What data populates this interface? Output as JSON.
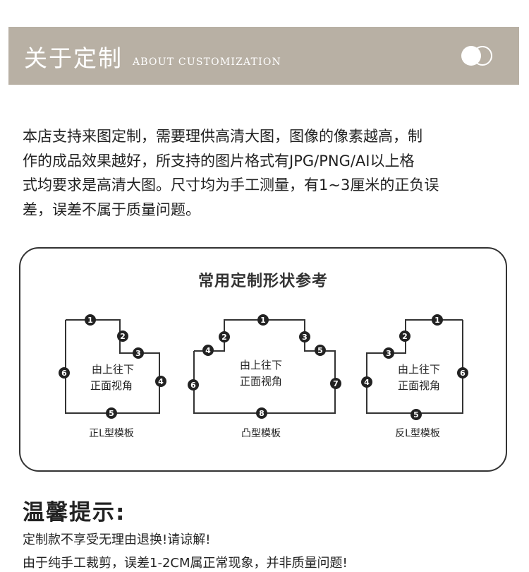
{
  "header": {
    "title": "关于定制",
    "subtitle": "ABOUT CUSTOMIZATION"
  },
  "intro": {
    "lines": [
      "本店支持来图定制，需要理供高清大图，图像的像素越高，制",
      "作的成品效果越好，所支持的图片格式有JPG/PNG/AI以上格",
      "式均要求是高清大图。尺寸均为手工测量，有1~3厘米的正负误",
      "差，误差不属于质量问题。"
    ]
  },
  "reference": {
    "title": "常用定制形状参考",
    "shapes": [
      {
        "caption": "正L型模板",
        "view_line1": "由上往下",
        "view_line2": "正面视角",
        "markers": [
          "1",
          "2",
          "3",
          "4",
          "5",
          "6"
        ]
      },
      {
        "caption": "凸型模板",
        "view_line1": "由上往下",
        "view_line2": "正面视角",
        "markers": [
          "1",
          "2",
          "3",
          "4",
          "5",
          "6",
          "7",
          "8"
        ]
      },
      {
        "caption": "反L型模板",
        "view_line1": "由上往下",
        "view_line2": "正面视角",
        "markers": [
          "1",
          "2",
          "3",
          "4",
          "5",
          "6"
        ]
      }
    ]
  },
  "tips": {
    "title": "温馨提示:",
    "line1": "定制款不享受无理由退换!请谅解!",
    "line2": "由于纯手工裁剪，误差1-2CM属正常现象，并非质量问题!"
  },
  "colors": {
    "header_bg": "#b8b0a4",
    "marker": "#222222",
    "outline": "#333333"
  }
}
